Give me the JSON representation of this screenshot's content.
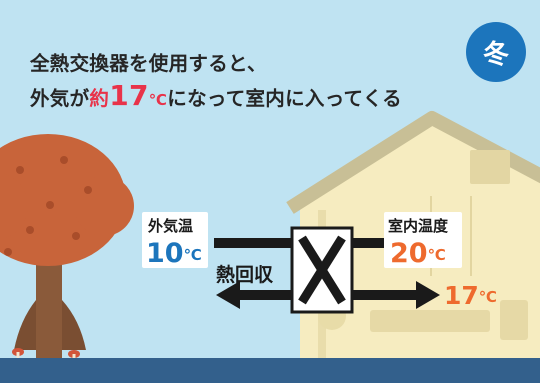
{
  "headline": {
    "line1": "全熱交換器を使用すると、",
    "line2_pre": "外気が",
    "line2_accent_word": "約",
    "line2_accent_num": "17",
    "line2_accent_unit": "℃",
    "line2_post": "になって室内に入ってくる"
  },
  "season_badge": "冬",
  "outside": {
    "label": "外気温",
    "value": "10",
    "unit": "℃"
  },
  "inside": {
    "label": "室内温度",
    "value": "20",
    "unit": "℃"
  },
  "process_label": "熱回収",
  "supply": {
    "value": "17",
    "unit": "℃"
  },
  "colors": {
    "sky": "#bfe3f2",
    "house": "#f6ecc0",
    "house_roof_shadow": "#c8bf96",
    "tree_foliage": "#c8643a",
    "ground": "#33608c",
    "badge": "#1c75bc",
    "outside_temp": "#1c75bc",
    "inside_temp": "#ee6a2e",
    "headline_accent": "#e8334a",
    "duct": "#1a1a1a"
  }
}
